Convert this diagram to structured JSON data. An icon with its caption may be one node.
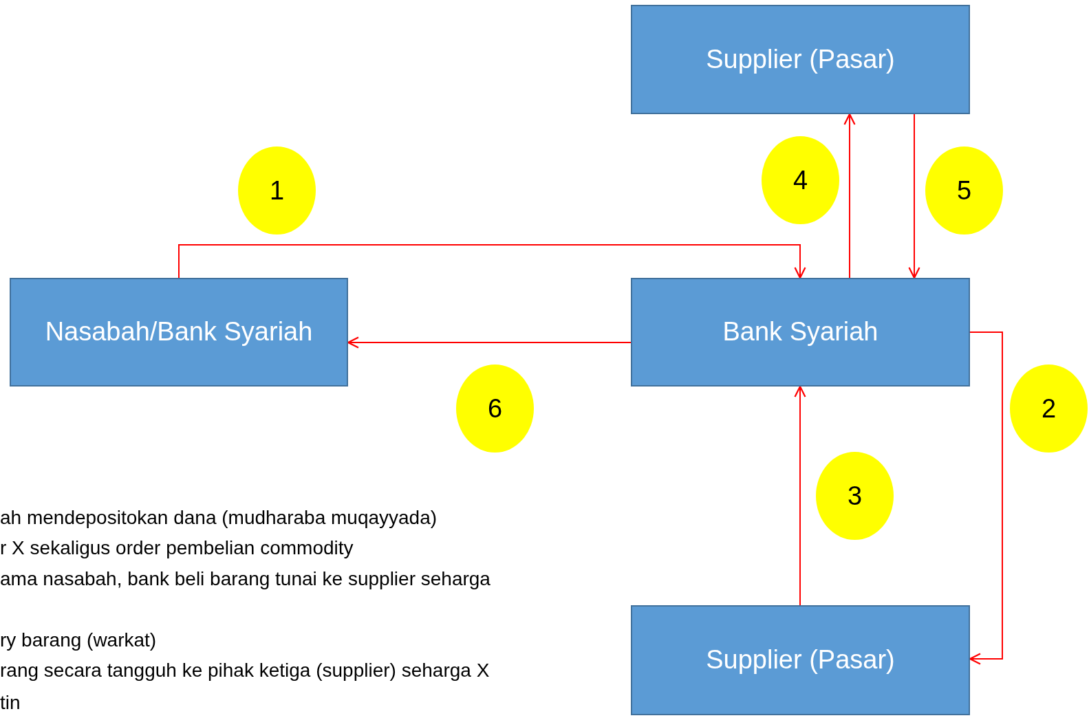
{
  "diagram": {
    "nodes": [
      {
        "text": [
          "Supplier (Pasar)"
        ]
      },
      {
        "text": [
          "Nasabah/Bank Syariah"
        ]
      },
      {
        "text": [
          "Bank Syariah"
        ]
      },
      {
        "text": [
          "Supplier (Pasar)"
        ]
      },
      {
        "text": [
          "4"
        ]
      },
      {
        "text": [
          "1"
        ]
      },
      {
        "text": [
          "5"
        ]
      },
      {
        "text": [
          "6"
        ]
      },
      {
        "text": [
          "2"
        ]
      },
      {
        "text": [
          "3"
        ]
      }
    ],
    "edges": [
      {
        "from": 1,
        "to": 2,
        "arrow": "to"
      },
      {
        "from": 2,
        "to": 3,
        "arrow": "to"
      },
      {
        "from": 3,
        "to": 2,
        "arrow": "to"
      },
      {
        "from": 2,
        "to": 0,
        "arrow": "to"
      },
      {
        "from": 0,
        "to": 2,
        "arrow": "to"
      },
      {
        "from": 2,
        "to": 1,
        "arrow": "to"
      }
    ],
    "labels": [
      "ah mendepositokan dana (mudharaba muqayyada)",
      "r X sekaligus order pembelian commodity",
      "ama nasabah, bank beli barang tunai ke supplier seharga",
      "ry barang (warkat)",
      "rang secara tangguh ke pihak ketiga (supplier) seharga X",
      "tin"
    ]
  }
}
